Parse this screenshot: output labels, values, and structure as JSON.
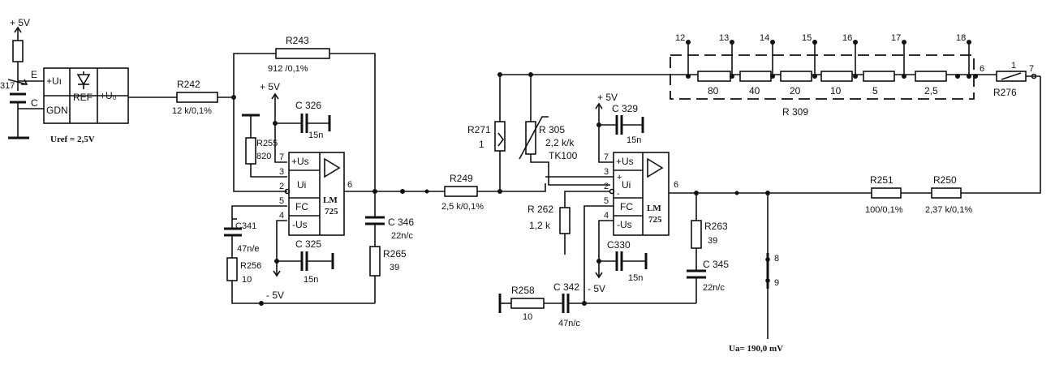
{
  "supply": {
    "plus5": "+ 5V",
    "minus5": "- 5V",
    "node_317": "317",
    "pin_e": "E",
    "pin_c": "C"
  },
  "reference": {
    "in_label": "+Uı",
    "gdn_label": "GDN",
    "ref_label": "REF",
    "out_label": "+U₀",
    "uref_label": "Uref = 2,5V"
  },
  "components": {
    "R242": {
      "name": "R242",
      "value": "12 k/0,1%"
    },
    "R243": {
      "name": "R243",
      "value": "912 /0,1%"
    },
    "R255": {
      "name": "R255",
      "value": "820"
    },
    "C326": {
      "name": "C 326",
      "value": "15n"
    },
    "C341": {
      "name": "C341",
      "value": "47n/e"
    },
    "R256": {
      "name": "R256",
      "value": "10"
    },
    "C325": {
      "name": "C 325",
      "value": "15n"
    },
    "C346": {
      "name": "C 346",
      "value": "22n/c"
    },
    "R265": {
      "name": "R265",
      "value": "39"
    },
    "R249": {
      "name": "R249",
      "value": "2,5 k/0,1%"
    },
    "R271": {
      "name": "R271",
      "value": "1"
    },
    "R305": {
      "name": "R 305",
      "value": "2,2 k/k",
      "type": "TK100"
    },
    "R262": {
      "name": "R 262",
      "value": "1,2 k"
    },
    "C329": {
      "name": "C 329",
      "value": "15n"
    },
    "C330": {
      "name": "C330",
      "value": "15n"
    },
    "R263": {
      "name": "R263",
      "value": "39"
    },
    "C345": {
      "name": "C 345",
      "value": "22n/c"
    },
    "R258": {
      "name": "R258",
      "value": "10"
    },
    "C342": {
      "name": "C 342",
      "value": "47n/c"
    },
    "R251": {
      "name": "R251",
      "value": "100/0,1%"
    },
    "R250": {
      "name": "R250",
      "value": "2,37 k/0,1%"
    },
    "R276": {
      "name": "R276",
      "value": "1"
    },
    "R309": {
      "name": "R 309",
      "values": [
        "80",
        "40",
        "20",
        "10",
        "5",
        "2,5"
      ]
    }
  },
  "opamp1": {
    "name": "LM",
    "model": "725",
    "plus_us": "+Us",
    "ui": "Ui",
    "fc": "FC",
    "minus_us": "-Us",
    "pins": [
      "7",
      "3",
      "2",
      "5",
      "4",
      "6"
    ]
  },
  "opamp2": {
    "name": "LM",
    "model": "725",
    "plus_us": "+Us",
    "ui": "Ui",
    "fc": "FC",
    "minus_us": "-Us",
    "plus_sign": "+",
    "minus_sign": "-",
    "pins": [
      "7",
      "3",
      "2",
      "5",
      "4",
      "6"
    ]
  },
  "taps": [
    "12",
    "13",
    "14",
    "15",
    "16",
    "17",
    "18"
  ],
  "nodes": {
    "n6": "6",
    "n7": "7",
    "n8": "8",
    "n9": "9"
  },
  "output": {
    "ua_label": "Ua= 190,0 mV"
  }
}
